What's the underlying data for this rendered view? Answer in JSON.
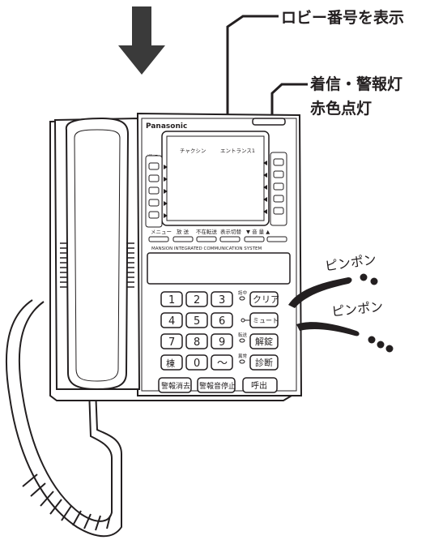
{
  "callouts": {
    "lobby_number": "ロビー番号を表示",
    "lamp_line1": "着信・警報灯",
    "lamp_line2": "赤色点灯"
  },
  "phone": {
    "brand": "Panasonic",
    "screen_text_left": "チャクシン",
    "screen_text_right": "エントランス1",
    "select_label": "選択",
    "function_labels": [
      "メニュー",
      "放 送",
      "不在転送",
      "表示切替",
      "▼ 音 量 ▲"
    ],
    "panel_caption": "MANSION INTEGRATED COMMUNICATION SYSTEM",
    "keys": {
      "k1": "1",
      "k2": "2",
      "k3": "3",
      "k4": "4",
      "k5": "5",
      "k6": "6",
      "k7": "7",
      "k8": "8",
      "k9": "9",
      "building": "棟",
      "k0": "0",
      "tilde": "〜",
      "clear": "クリア",
      "mute": "ミュート",
      "release": "解錠",
      "diagnose": "診断",
      "alarm_clear": "警報消去",
      "alarm_sound_stop": "警報音停止",
      "call": "呼出"
    },
    "indicators": {
      "busy": "話中",
      "transfer": "転送",
      "abnormal": "異常"
    }
  },
  "sounds": [
    "ピンポン",
    "ピンポン"
  ]
}
